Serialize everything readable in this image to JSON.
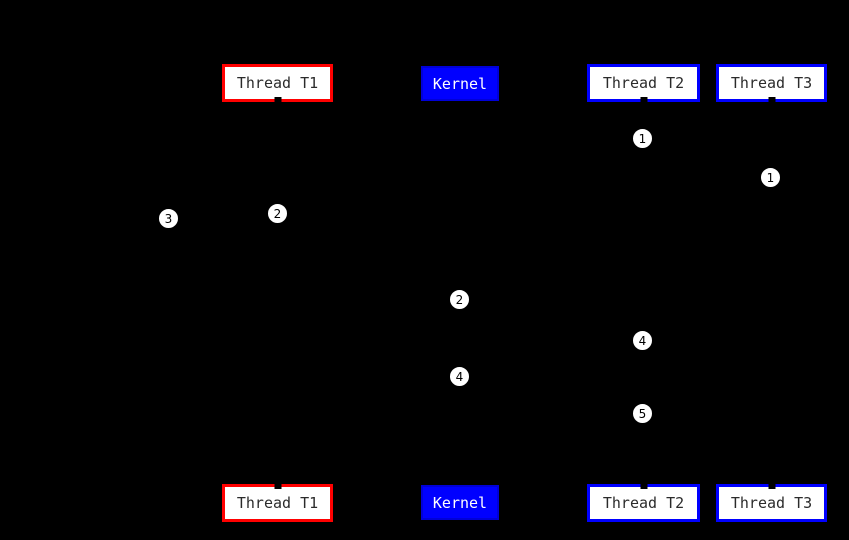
{
  "diagram": {
    "kind": "thread-kernel-sequence-diagram",
    "background": "#000000",
    "colors": {
      "t1_border": "#ff0000",
      "t2_border": "#0000ff",
      "t3_border": "#0000ff",
      "kernel_fill": "#0000ff",
      "kernel_text": "#ffffff",
      "box_fill": "#ffffff",
      "box_text": "#2b2b2b",
      "marker_fill": "#ffffff",
      "marker_text": "#000000"
    },
    "participants": {
      "t1": {
        "label": "Thread T1"
      },
      "kernel": {
        "label": "Kernel"
      },
      "t2": {
        "label": "Thread T2"
      },
      "t3": {
        "label": "Thread T3"
      }
    },
    "markers": [
      "1",
      "1",
      "3",
      "2",
      "2",
      "4",
      "4",
      "5"
    ]
  }
}
